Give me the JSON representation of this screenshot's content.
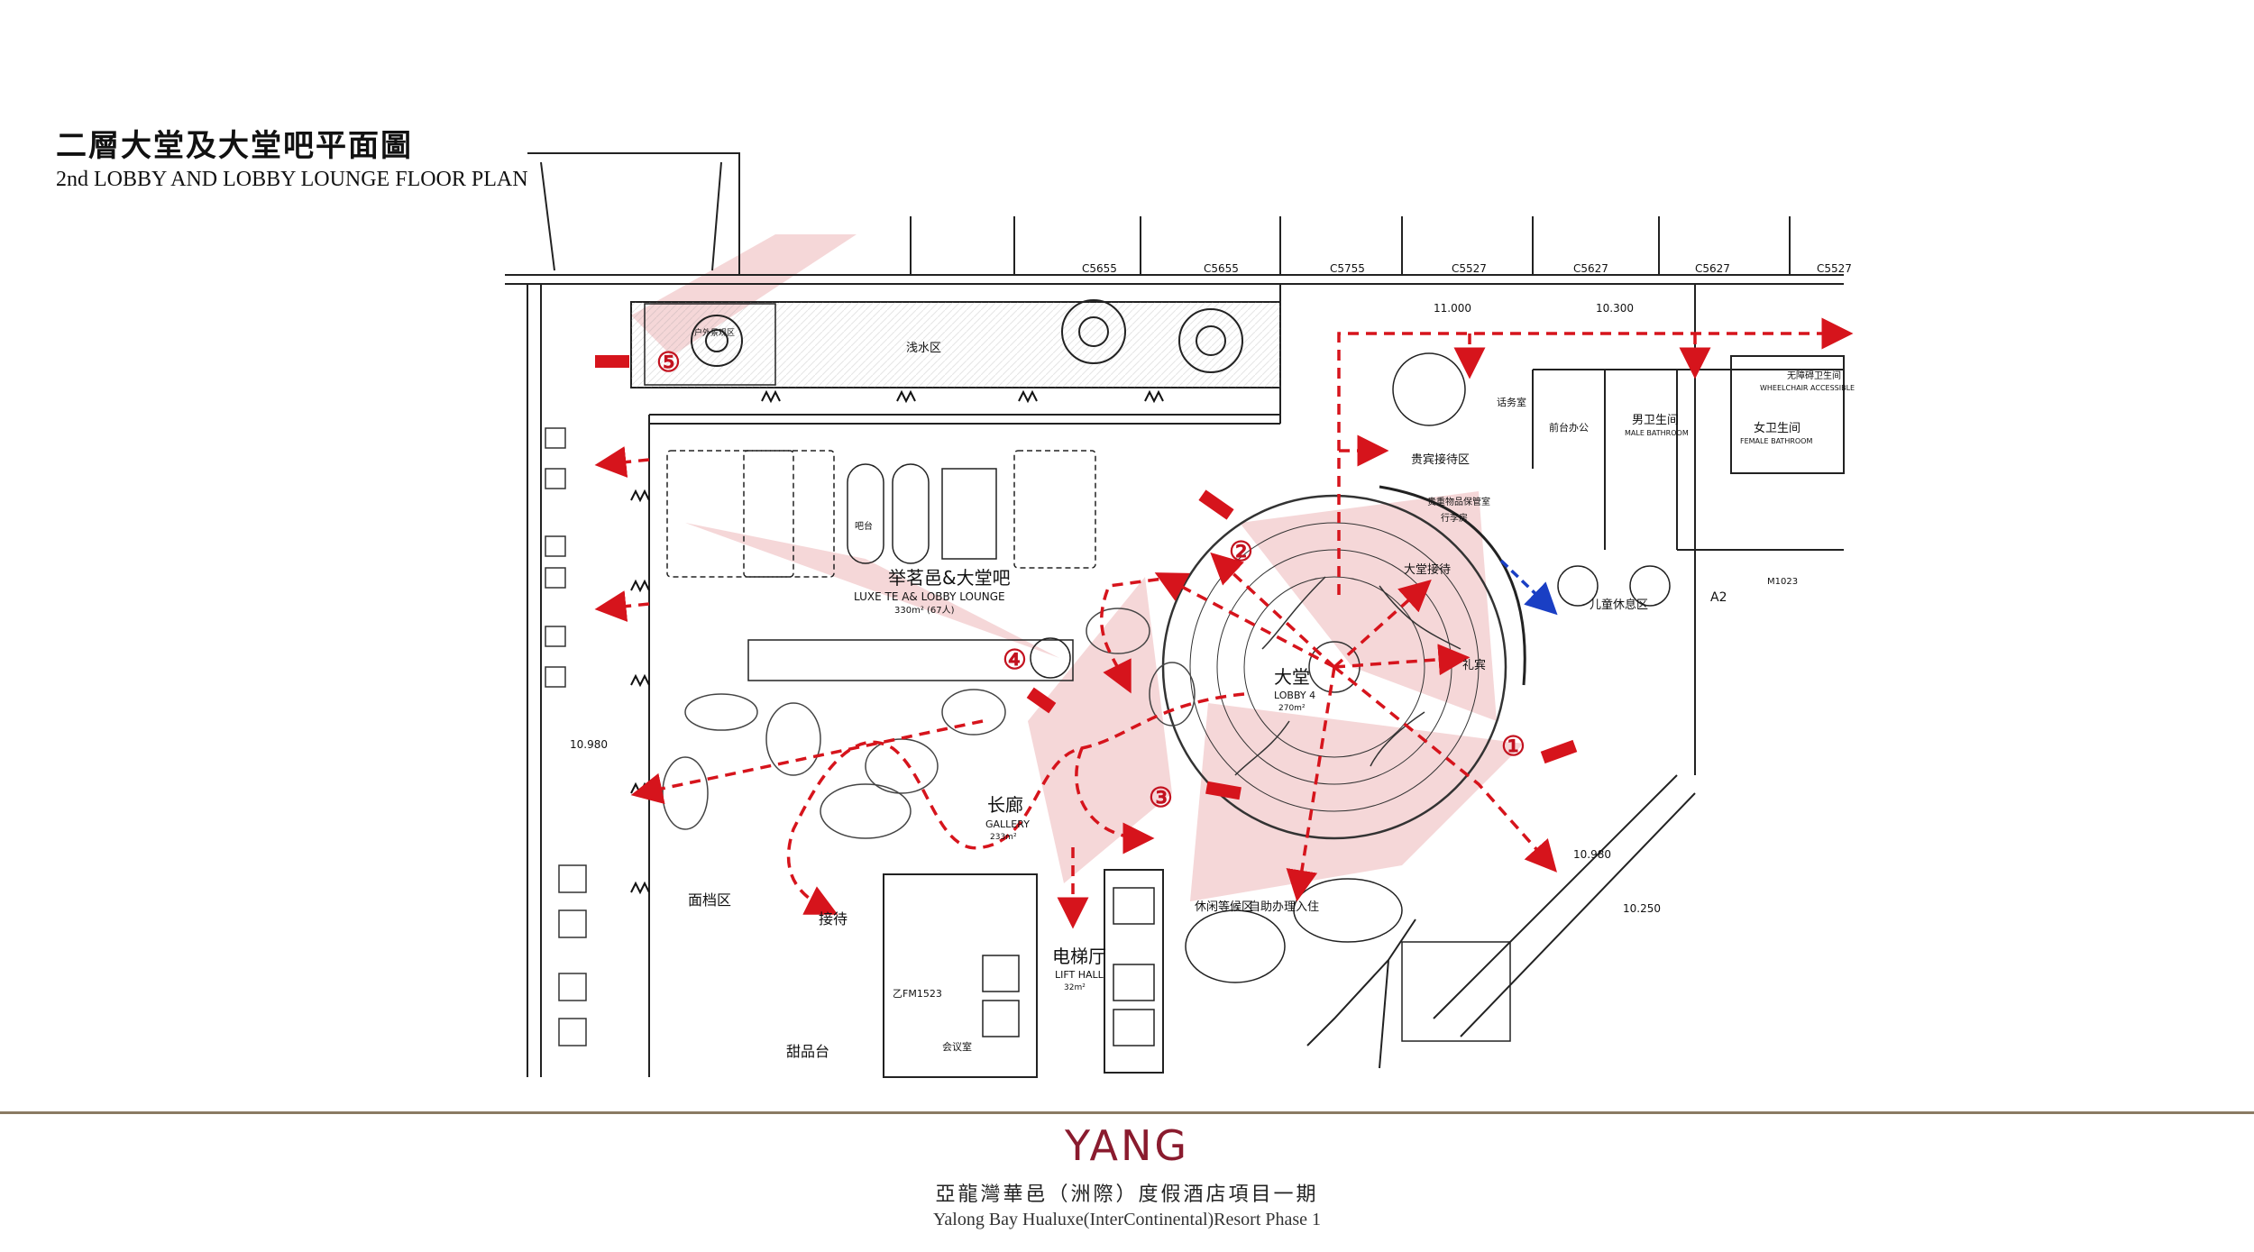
{
  "header": {
    "title_cn": "二層大堂及大堂吧平面圖",
    "title_en": "2nd LOBBY AND LOBBY LOUNGE FLOOR PLAN"
  },
  "plan": {
    "grid_labels": [
      "C5655",
      "C5655",
      "C5755",
      "C5527",
      "C5627",
      "C5627",
      "C5527"
    ],
    "levels": [
      "11.000",
      "10.300",
      "10.980",
      "10.980",
      "10.250"
    ],
    "rooms": {
      "water_feature": "浅水区",
      "outdoor": "户外景观区",
      "lounge_cn": "举茗邑&大堂吧",
      "lounge_en": "LUXE TE A& LOBBY LOUNGE",
      "lounge_area": "330m² (67人)",
      "lobby_cn": "大堂",
      "lobby_en": "LOBBY 4",
      "lobby_area": "270m²",
      "gallery_cn": "长廊",
      "gallery_en": "GALLERY",
      "gallery_area": "233m²",
      "lift_cn": "电梯厅",
      "lift_en": "LIFT HALL",
      "lift_area": "32m²",
      "reception": "接待",
      "bread": "面档区",
      "dessert": "甜品台",
      "vip": "贵宾接待区",
      "valuables": "贵重物品保管室",
      "luggage": "行李房",
      "front_desk": "大堂接待",
      "concierge": "礼宾",
      "kids": "儿童休息区",
      "rest": "休闲等候区",
      "self_checkin": "自助办理入住",
      "business": "话务室",
      "office": "前台办公",
      "male_cn": "男卫生间",
      "male_en": "MALE BATHROOM",
      "female_cn": "女卫生间",
      "female_en": "FEMALE BATHROOM",
      "accessible_cn": "无障碍卫生间",
      "accessible_en": "WHEELCHAIR ACCESSIBLE",
      "meeting": "会议室",
      "bar_counter": "吧台",
      "door_m1023": "M1023",
      "door_fm1523": "乙FM1523",
      "axis_a2": "A2"
    },
    "viewpoints": [
      "①",
      "②",
      "③",
      "④",
      "⑤"
    ]
  },
  "colors": {
    "route": "#d6141c",
    "view_cone": "#e8a7a9",
    "accent": "#8a1b2e",
    "exit_arrow": "#1a3fc4"
  },
  "footer": {
    "logo": "YANG",
    "project_cn": "亞龍灣華邑（洲際）度假酒店項目一期",
    "project_en": "Yalong Bay Hualuxe(InterContinental)Resort Phase 1"
  }
}
